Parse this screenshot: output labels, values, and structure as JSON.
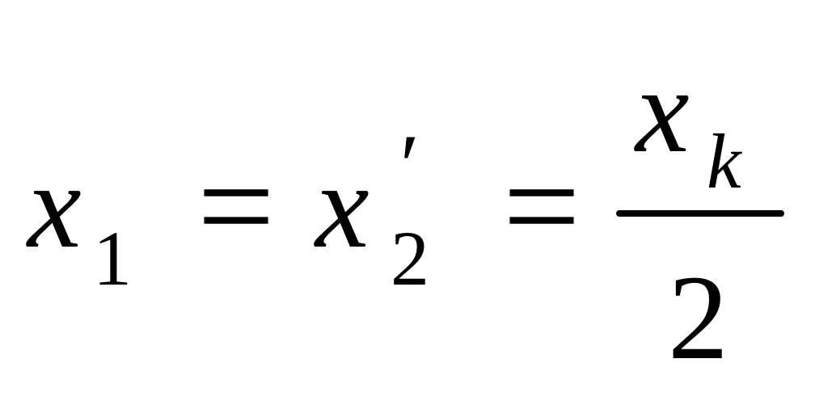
{
  "formula": {
    "x1": {
      "base": "x",
      "sub": "1"
    },
    "eq1": "=",
    "x2": {
      "base": "x",
      "sub": "2",
      "prime": "′"
    },
    "eq2": "=",
    "fraction": {
      "numerator": {
        "base": "x",
        "sub": "k"
      },
      "denominator": "2"
    }
  }
}
